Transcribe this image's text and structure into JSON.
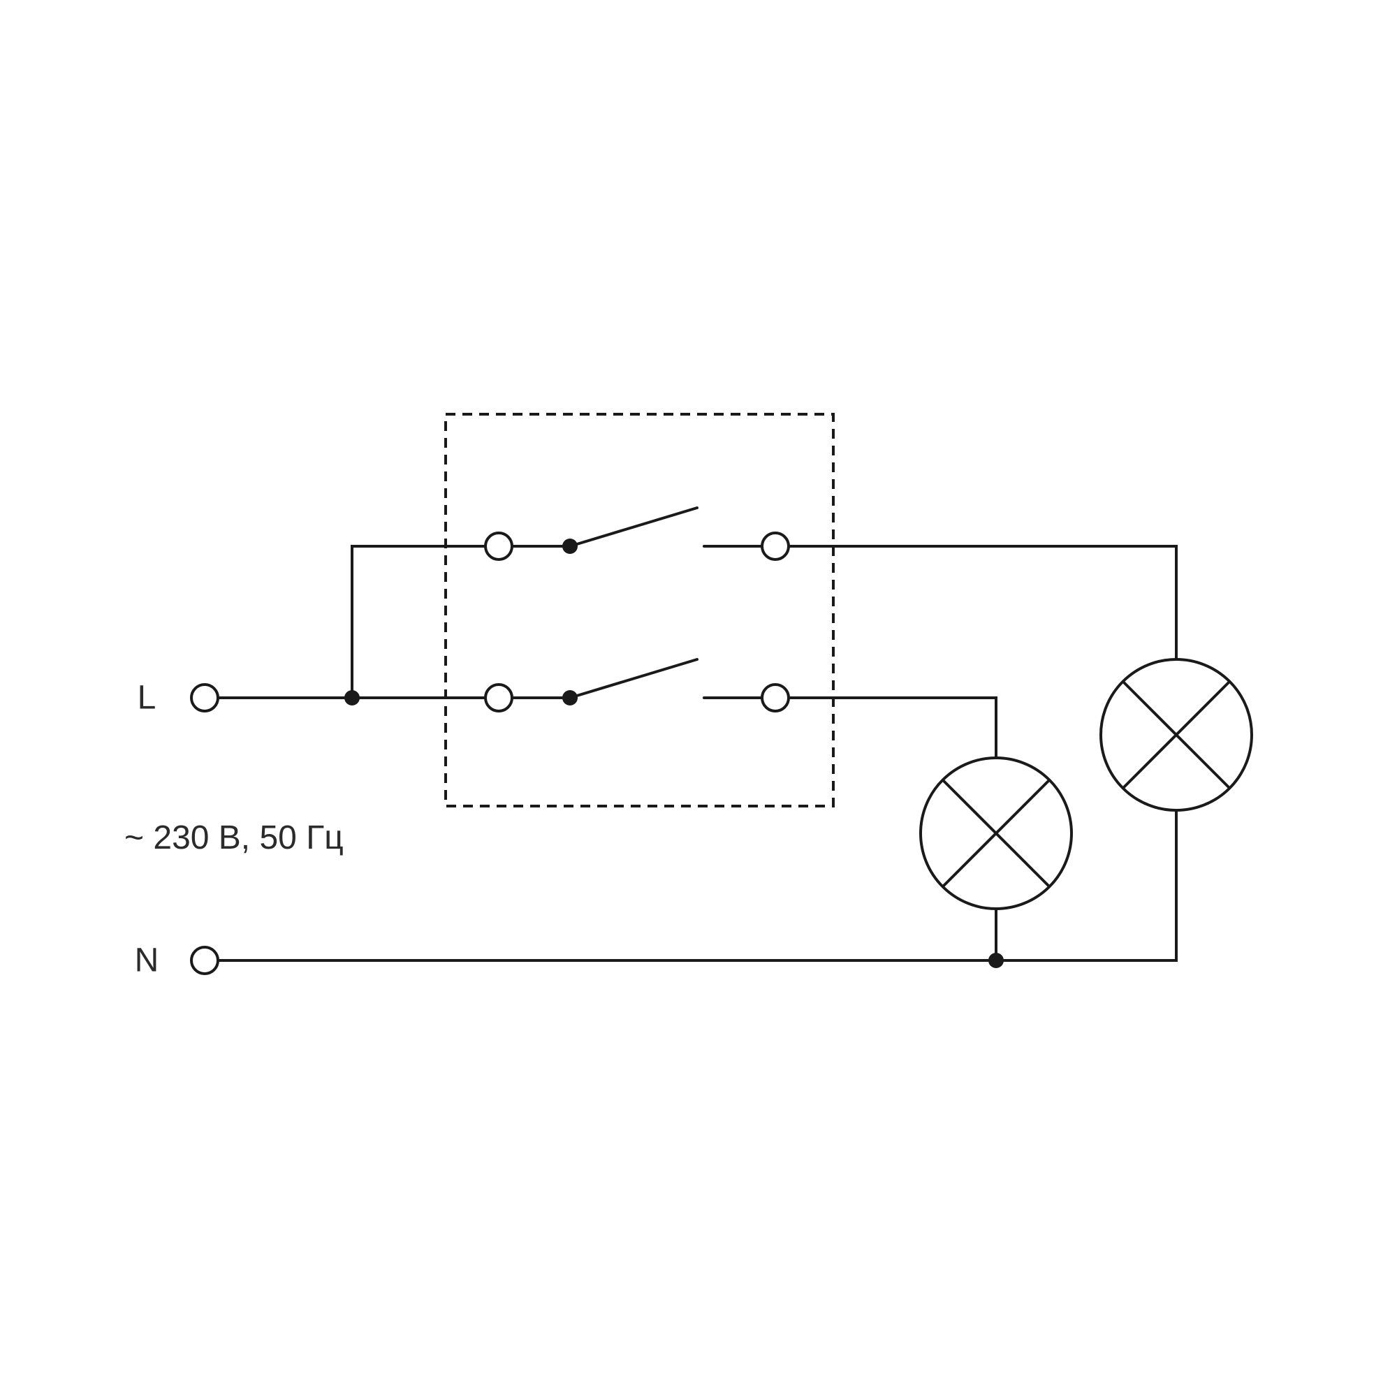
{
  "diagram": {
    "labels": {
      "line": "L",
      "neutral": "N",
      "rating": "~ 230 В, 50 Гц"
    },
    "colors": {
      "stroke": "#1a1a1a",
      "background": "#ffffff"
    },
    "icons": {
      "switch_unit": "two-gang-switch-icon",
      "lamp": "lamp-icon",
      "terminal": "terminal-circle-icon",
      "junction": "junction-dot-icon"
    }
  }
}
